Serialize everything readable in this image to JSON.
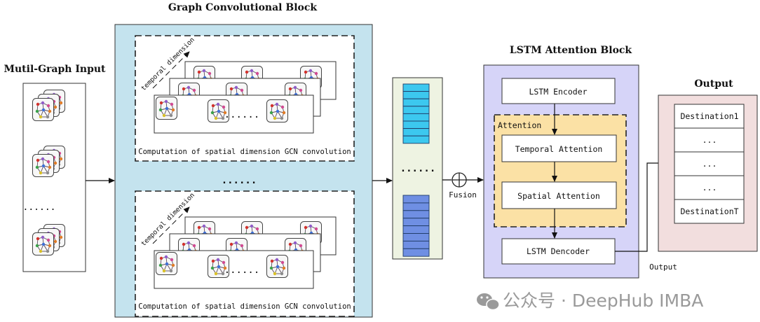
{
  "input": {
    "title": "Mutil-Graph Input",
    "ellipsis": "......"
  },
  "gcn": {
    "title": "Graph Convolutional Block",
    "axis_label": "temporal dimension",
    "computation_label": "Computation of spatial dimension GCN convolution",
    "frame_ellipsis": "......",
    "between_ellipsis": "......"
  },
  "fusion_column": {
    "ellipsis": "......",
    "colors": {
      "top": "#3cc8ef",
      "bottom": "#6f8fe3"
    }
  },
  "fusion": {
    "label": "Fusion"
  },
  "lstm": {
    "title": "LSTM Attention Block",
    "encoder": "LSTM Encoder",
    "attention_label": "Attention",
    "temporal": "Temporal Attention",
    "spatial": "Spatial Attention",
    "decoder": "LSTM Dencoder"
  },
  "output": {
    "title": "Output",
    "items": [
      "Destination1",
      "...",
      "...",
      "...",
      "DestinationT"
    ],
    "arrow_label": "Output"
  },
  "watermark": {
    "text": "公众号 · DeepHub IMBA"
  },
  "colors": {
    "gcn_bg": "#c4e3ee",
    "lstm_bg": "#d6d4f8",
    "attention_bg": "#fbe1a5",
    "output_bg": "#f2dede",
    "fusion_bg": "#eef3e2"
  }
}
